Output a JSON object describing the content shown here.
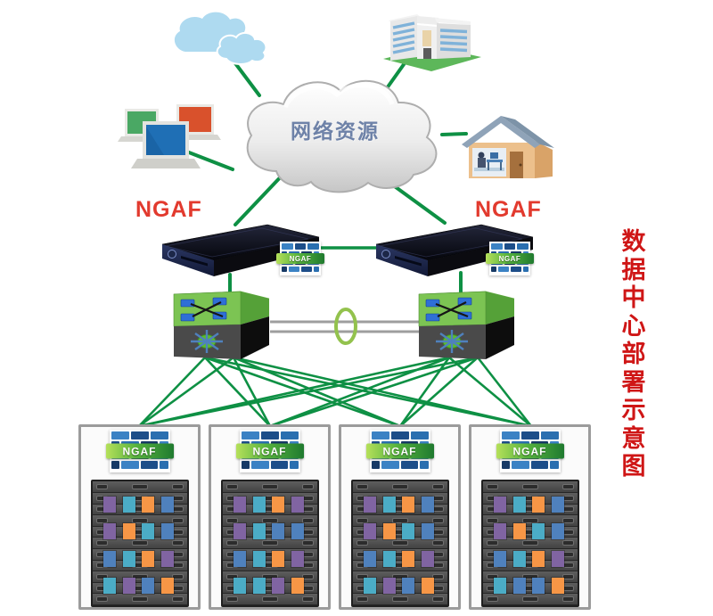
{
  "cloud": {
    "label": "网络资源"
  },
  "appliances": {
    "left_label": "NGAF",
    "right_label": "NGAF"
  },
  "badge_label": "NGAF",
  "side_title": "数据中心部署示意图",
  "colors": {
    "link_green": "#0e9044",
    "ha_gray": "#9e9e9e",
    "ring_green": "#93c24d",
    "ngaf_label_red": "#e23a2e",
    "side_title_red": "#cf1616",
    "cloud_text": "#6e82a8",
    "vm_purple": "#8064a2",
    "vm_cyan": "#4bacc6",
    "vm_orange": "#f79646",
    "vm_blue": "#4f81bd",
    "badge_bricks": [
      "#3b82c4",
      "#1d4e89",
      "#2a6fb0",
      "#173a66"
    ],
    "badge_banner_from": "#b5e05a",
    "badge_banner_mid": "#57b33e",
    "badge_banner_to": "#1f7a2f"
  },
  "racks": [
    {
      "badge": "NGAF",
      "vms": [
        [
          "purple",
          "cyan",
          "orange",
          "blue"
        ],
        [
          "purple",
          "orange",
          "cyan",
          "blue"
        ],
        [
          "blue",
          "cyan",
          "orange",
          "purple"
        ],
        [
          "cyan",
          "purple",
          "blue",
          "orange"
        ]
      ]
    },
    {
      "badge": "NGAF",
      "vms": [
        [
          "purple",
          "cyan",
          "orange",
          "purple"
        ],
        [
          "purple",
          "cyan",
          "blue",
          "blue"
        ],
        [
          "blue",
          "cyan",
          "orange",
          "purple"
        ],
        [
          "cyan",
          "cyan",
          "purple",
          "orange"
        ]
      ]
    },
    {
      "badge": "NGAF",
      "vms": [
        [
          "purple",
          "cyan",
          "orange",
          "blue"
        ],
        [
          "purple",
          "orange",
          "cyan",
          "blue"
        ],
        [
          "blue",
          "cyan",
          "orange",
          "purple"
        ],
        [
          "cyan",
          "purple",
          "blue",
          "orange"
        ]
      ]
    },
    {
      "badge": "NGAF",
      "vms": [
        [
          "purple",
          "cyan",
          "orange",
          "blue"
        ],
        [
          "purple",
          "orange",
          "cyan",
          "blue"
        ],
        [
          "blue",
          "cyan",
          "orange",
          "purple"
        ],
        [
          "cyan",
          "blue",
          "blue",
          "orange"
        ]
      ]
    }
  ]
}
